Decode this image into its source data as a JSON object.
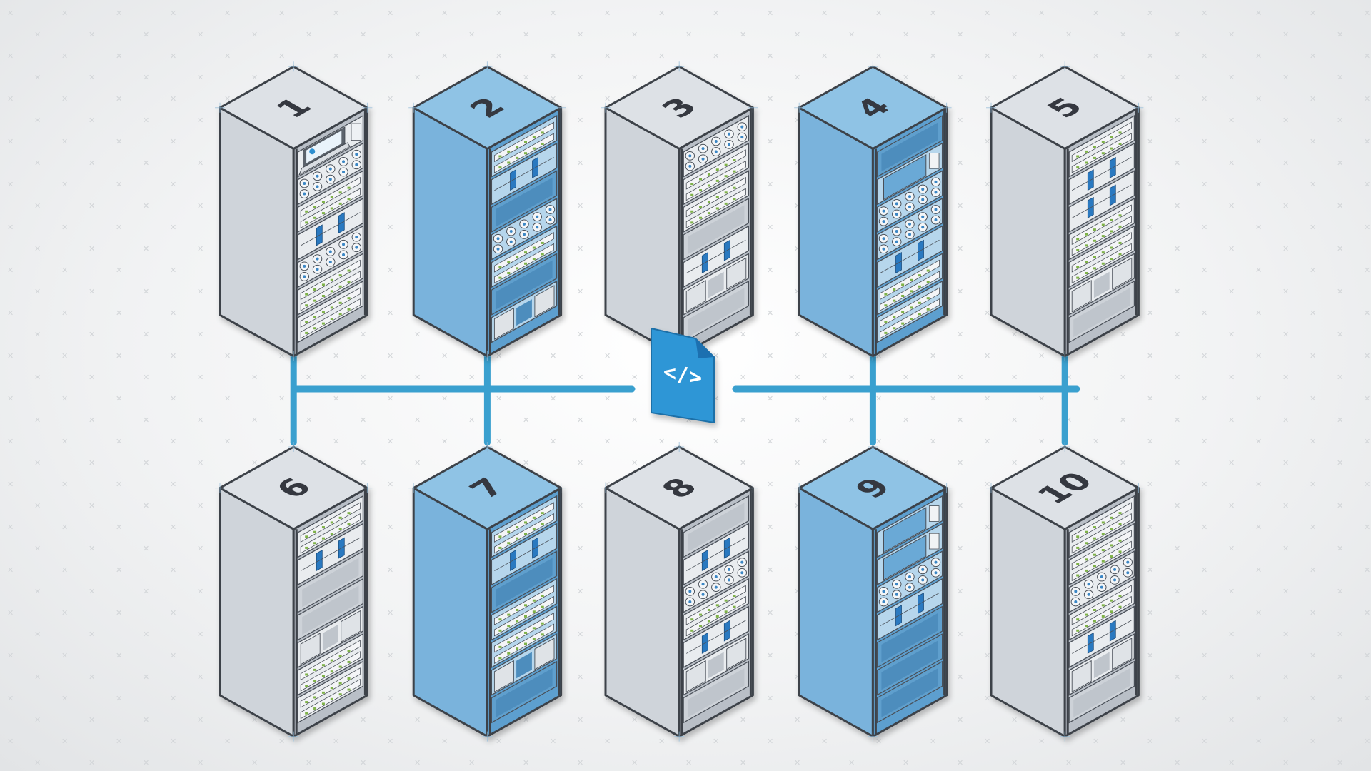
{
  "racks": [
    {
      "label": "1",
      "theme": "gray",
      "contents": [
        "laptop",
        "drives",
        "switch",
        "module",
        "drives",
        "switch",
        "switch"
      ]
    },
    {
      "label": "2",
      "theme": "blue",
      "contents": [
        "switch",
        "module",
        "empty",
        "drives",
        "switch",
        "empty",
        "cage"
      ]
    },
    {
      "label": "3",
      "theme": "gray",
      "contents": [
        "drives",
        "switch",
        "switch",
        "empty",
        "module",
        "cage",
        "empty"
      ]
    },
    {
      "label": "4",
      "theme": "blue",
      "contents": [
        "empty",
        "box",
        "drives",
        "drives",
        "module",
        "switch",
        "switch"
      ]
    },
    {
      "label": "5",
      "theme": "gray",
      "contents": [
        "switch",
        "module",
        "module",
        "switch",
        "switch",
        "cage",
        "empty"
      ]
    },
    {
      "label": "6",
      "theme": "gray",
      "contents": [
        "switch",
        "module",
        "empty",
        "empty",
        "cage",
        "switch",
        "switch"
      ]
    },
    {
      "label": "7",
      "theme": "blue",
      "contents": [
        "switch",
        "module",
        "empty",
        "switch",
        "switch",
        "cage",
        "empty"
      ]
    },
    {
      "label": "8",
      "theme": "gray",
      "contents": [
        "empty",
        "module",
        "drives",
        "switch",
        "module",
        "cage",
        "empty"
      ]
    },
    {
      "label": "9",
      "theme": "blue",
      "contents": [
        "box",
        "box",
        "drives",
        "module",
        "empty",
        "empty",
        "empty"
      ]
    },
    {
      "label": "10",
      "theme": "gray",
      "contents": [
        "switch",
        "switch",
        "drives",
        "switch",
        "module",
        "cage",
        "empty"
      ]
    }
  ],
  "center_icon": {
    "name": "code-file-icon",
    "glyph": "</>"
  },
  "colors": {
    "blue_top": "#8fc3e5",
    "blue_left": "#7ab3dc",
    "blue_right": "#5d9fcf",
    "gray_top": "#dde1e6",
    "gray_left": "#cfd4da",
    "gray_right": "#b9bfc7",
    "frame": "#3d4248",
    "connector": "#3aa0cf",
    "file_icon": "#2f96d6"
  }
}
